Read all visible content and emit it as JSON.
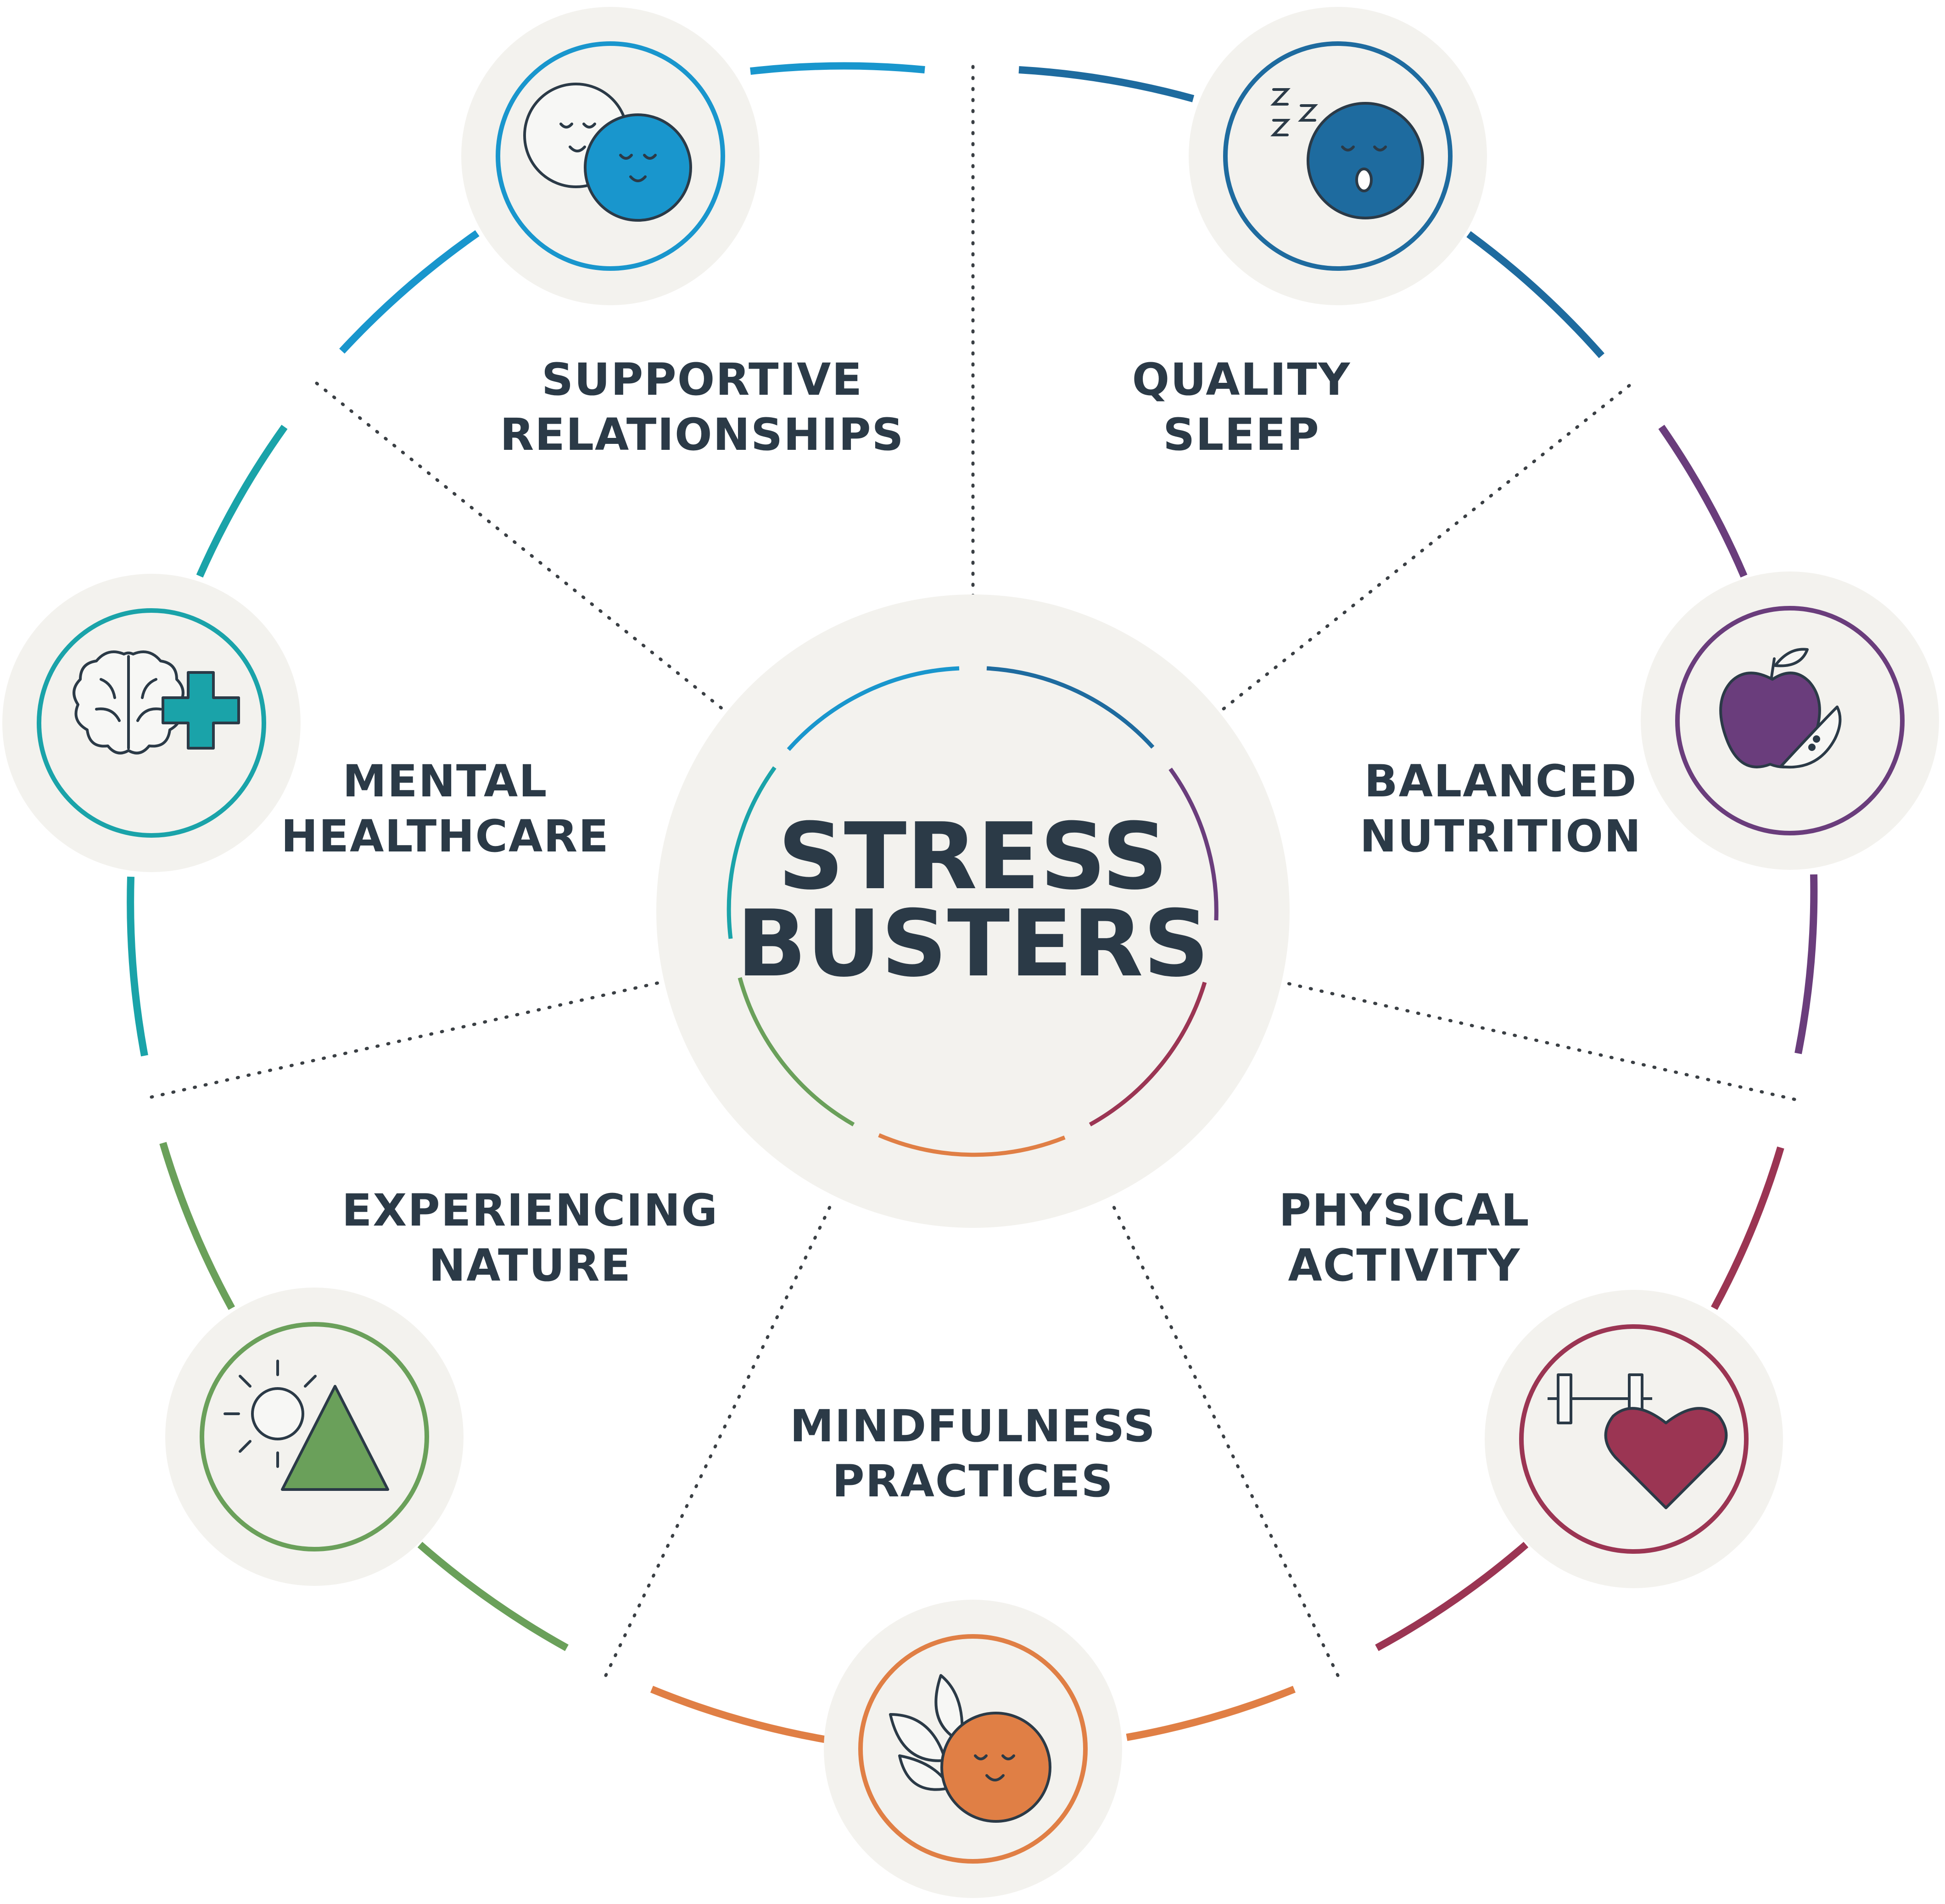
{
  "center": {
    "line1": "STRESS",
    "line2": "BUSTERS"
  },
  "segments": [
    {
      "line1": "SUPPORTIVE",
      "line2": "RELATIONSHIPS",
      "color": "#1996cd",
      "icon": "two-faces-icon"
    },
    {
      "line1": "QUALITY",
      "line2": "SLEEP",
      "color": "#1e6b9f",
      "icon": "sleeping-face-icon"
    },
    {
      "line1": "BALANCED",
      "line2": "NUTRITION",
      "color": "#6a3d7c",
      "icon": "apple-icon"
    },
    {
      "line1": "PHYSICAL",
      "line2": "ACTIVITY",
      "color": "#9b3553",
      "icon": "dumbbell-heart-icon"
    },
    {
      "line1": "MINDFULNESS",
      "line2": "PRACTICES",
      "color": "#e07f45",
      "icon": "lotus-face-icon"
    },
    {
      "line1": "EXPERIENCING",
      "line2": "NATURE",
      "color": "#6aa05a",
      "icon": "sun-mountain-icon"
    },
    {
      "line1": "MENTAL",
      "line2": "HEALTHCARE",
      "color": "#1aa3a9",
      "icon": "brain-plus-icon"
    }
  ],
  "colors": {
    "text": "#2b3a47",
    "disc": "#f3f2ee",
    "dots": "#3a3f44"
  }
}
